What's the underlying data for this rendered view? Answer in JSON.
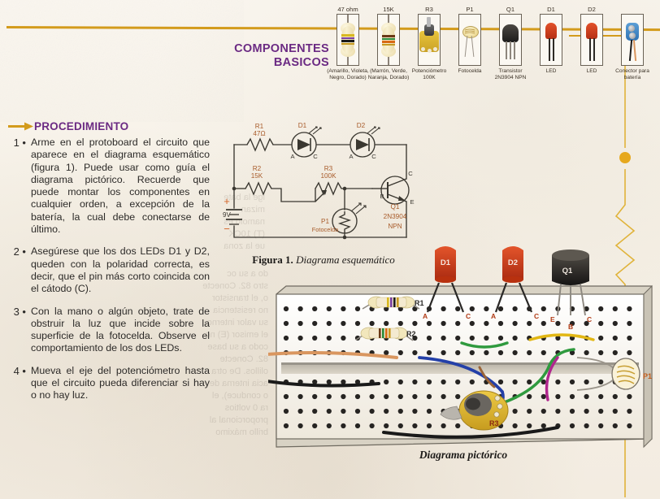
{
  "page": {
    "paper_color": "#f7f2ea",
    "rule_color": "#d39b1c",
    "heading_color": "#6b2a83"
  },
  "components_section": {
    "heading_line1": "COMPONENTES",
    "heading_line2": "BASICOS",
    "items": [
      {
        "top_label": "47 ohm",
        "bottom_label": "(Amarillo, Violeta, Negro, Dorado)",
        "icon": "resistor-icon"
      },
      {
        "top_label": "15K",
        "bottom_label": "(Marrón, Verde, Naranja, Dorado)",
        "icon": "resistor-icon"
      },
      {
        "top_label": "R3",
        "bottom_label": "Potenciómetro 100K",
        "icon": "potentiometer-icon"
      },
      {
        "top_label": "P1",
        "bottom_label": "Fotocelda",
        "icon": "photocell-icon"
      },
      {
        "top_label": "Q1",
        "bottom_label": "Transistor 2N3904 NPN",
        "icon": "transistor-icon"
      },
      {
        "top_label": "D1",
        "bottom_label": "LED",
        "icon": "led-icon"
      },
      {
        "top_label": "D2",
        "bottom_label": "LED",
        "icon": "led-icon"
      },
      {
        "top_label": "",
        "bottom_label": "Conector para batería",
        "icon": "battery-connector-icon"
      }
    ]
  },
  "procedure": {
    "heading": "PROCEDIMIENTO",
    "arrow_icon": "arrow-right-icon",
    "steps": [
      {
        "num": "1 •",
        "text": "Arme en el protoboard el circuito que aparece en el diagrama esquemático (figura 1). Puede usar como guía el diagrama pictórico. Recuerde que puede montar los componentes en cualquier orden, a excepción de la batería, la cual debe conectarse de último."
      },
      {
        "num": "2 •",
        "text": "Asegúrese que los dos LEDs D1 y D2, queden con la polaridad correcta, es decir, que el pin más corto coincida con el cátodo (C)."
      },
      {
        "num": "3 •",
        "text": "Con la mano o algún objeto, trate de obstruir la luz que incide sobre la superficie de la fotocelda. Observe el comportamiento de los dos LEDs."
      },
      {
        "num": "4 •",
        "text": "Mueva el eje del potenciómetro hasta que el circuito pueda diferenciar si hay o no hay luz."
      }
    ]
  },
  "schematic": {
    "caption_bold": "Figura 1.",
    "caption_rest": " Diagrama esquemático",
    "labels": {
      "r1_name": "R1",
      "r1_value": "47Ω",
      "r2_name": "R2",
      "r2_value": "15K",
      "r3_name": "R3",
      "r3_value": "100K",
      "d1": "D1",
      "d2": "D2",
      "d1_anode": "A",
      "d1_cathode": "C",
      "d2_anode": "A",
      "d2_cathode": "C",
      "q1_name": "Q1",
      "q1_part": "2N3904",
      "q1_type": "NPN",
      "q1_b": "B",
      "q1_c": "C",
      "q1_e": "E",
      "p1_name": "P1",
      "p1_desc": "Fotocelda",
      "battery": "9V",
      "plus": "+",
      "minus": "−"
    }
  },
  "pictorial": {
    "caption": "Diagrama pictórico",
    "labels": {
      "r1": "R1",
      "r2": "R2",
      "r3": "R3",
      "d1": "D1",
      "d2": "D2",
      "d1_a": "A",
      "d1_c": "C",
      "d2_a": "A",
      "d2_c": "C",
      "q1": "Q1",
      "q1_e": "E",
      "q1_b": "B",
      "q1_c": "C",
      "p1": "P1"
    },
    "wire_colors": {
      "red": "#d9965f",
      "black": "#1a1a1a",
      "blue": "#2440a8",
      "green": "#2f9a3e",
      "yellow": "#e2b714",
      "magenta": "#b0268e",
      "brown": "#9a6438"
    }
  }
}
